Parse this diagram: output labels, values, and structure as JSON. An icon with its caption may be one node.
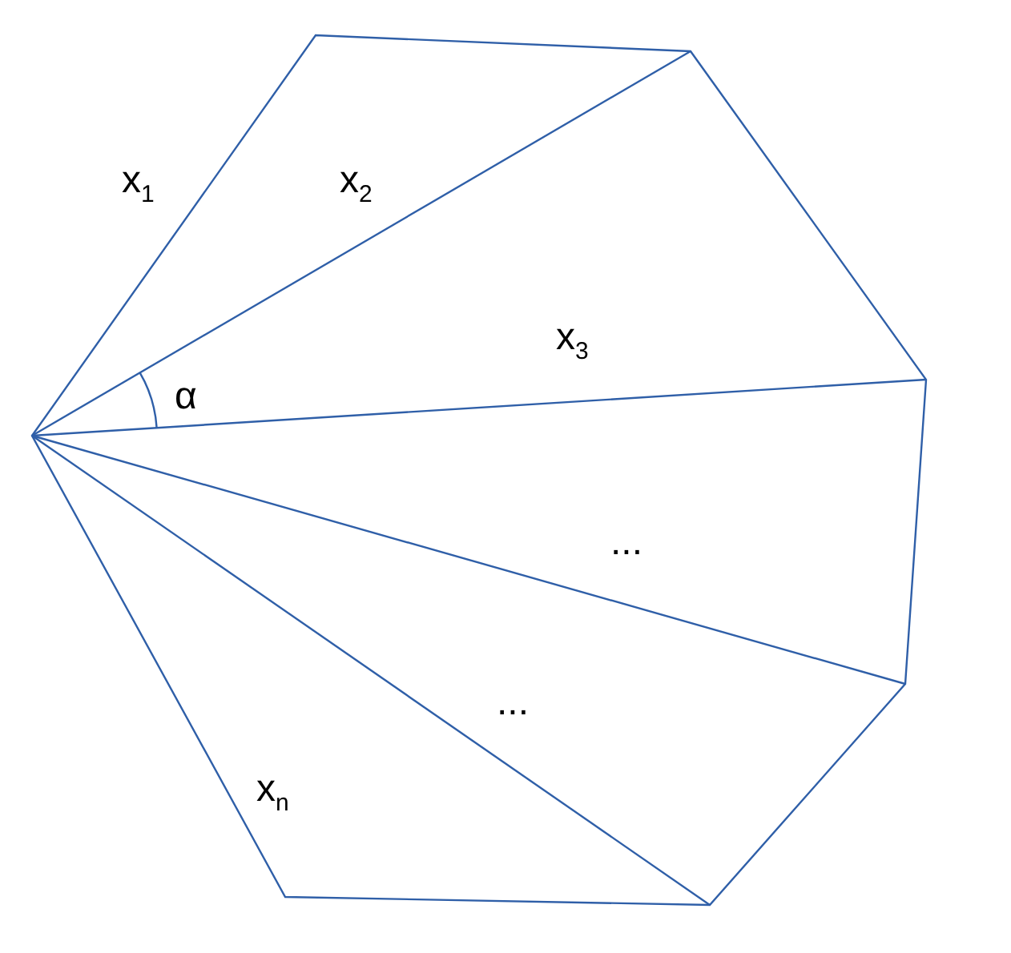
{
  "diagram": {
    "labels": [
      "x$_{1}$",
      "x$_{2}$",
      "x$_{3}$",
      "α",
      "...",
      "...",
      "x$_{n}$"
    ]
  }
}
